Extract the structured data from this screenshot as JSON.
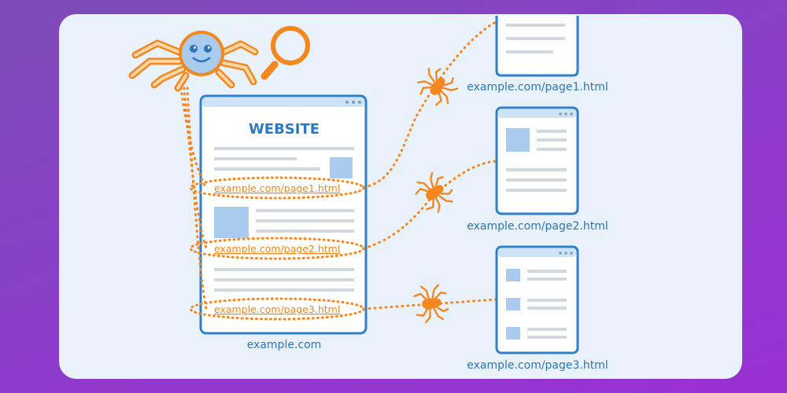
{
  "diagram": {
    "main_page": {
      "title": "WEBSITE",
      "caption": "example.com",
      "links": [
        "example.com/page1.html",
        "example.com/page2.html",
        "example.com/page3.html"
      ]
    },
    "linked_pages": [
      {
        "caption": "example.com/page1.html"
      },
      {
        "caption": "example.com/page2.html"
      },
      {
        "caption": "example.com/page3.html"
      }
    ]
  },
  "colors": {
    "background": "#8a3fc9",
    "card": "#e9f2fb",
    "page_border": "#2f7fcb",
    "page_header": "#cfe3f6",
    "text_line": "#d3d8de",
    "image_block": "#a9ccee",
    "accent_orange": "#f5871f",
    "caption_blue": "#2f73b8",
    "title_blue": "#2a78c6"
  }
}
